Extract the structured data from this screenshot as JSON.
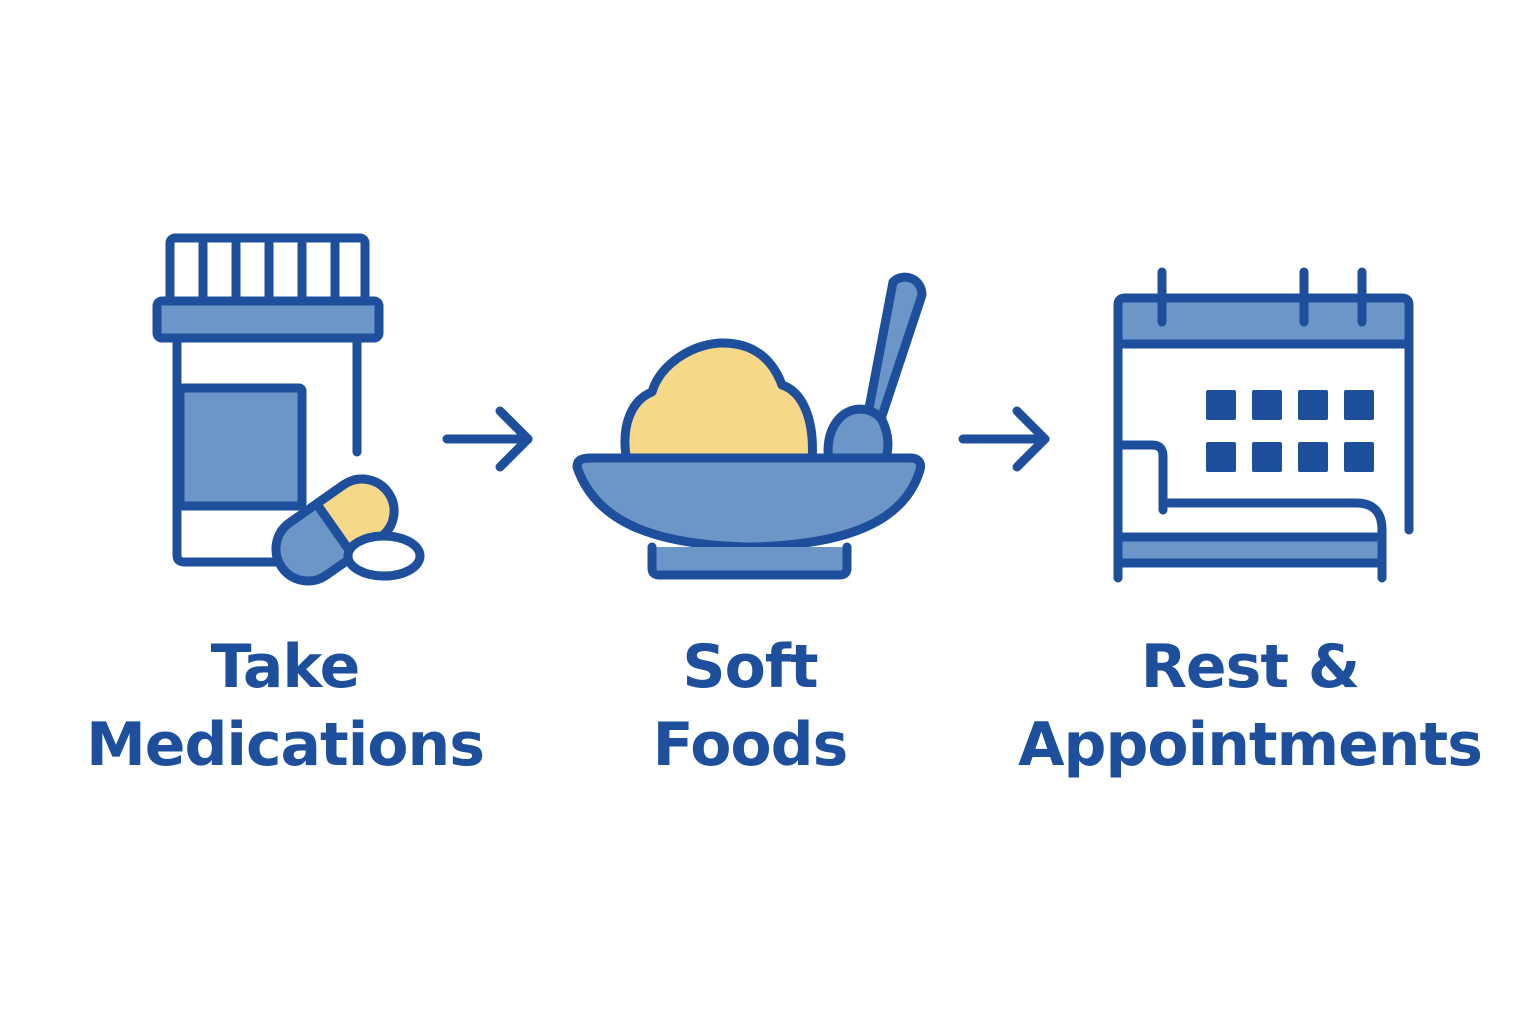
{
  "steps": [
    {
      "id": "medications",
      "icon": "pill-bottle-icon",
      "lines": [
        "Take",
        "Medications"
      ]
    },
    {
      "id": "soft-foods",
      "icon": "bowl-spoon-icon",
      "lines": [
        "Soft",
        "Foods"
      ]
    },
    {
      "id": "rest-appointments",
      "icon": "calendar-bed-icon",
      "lines": [
        "Rest &",
        "Appointments"
      ]
    }
  ],
  "arrows": [
    {
      "icon": "arrow-right-icon"
    },
    {
      "icon": "arrow-right-icon"
    }
  ],
  "colors": {
    "stroke": "#1e4f9c",
    "fill_blue": "#6b96c7",
    "fill_yellow": "#f7d889",
    "text": "#1e4f9c",
    "background": "#ffffff"
  }
}
